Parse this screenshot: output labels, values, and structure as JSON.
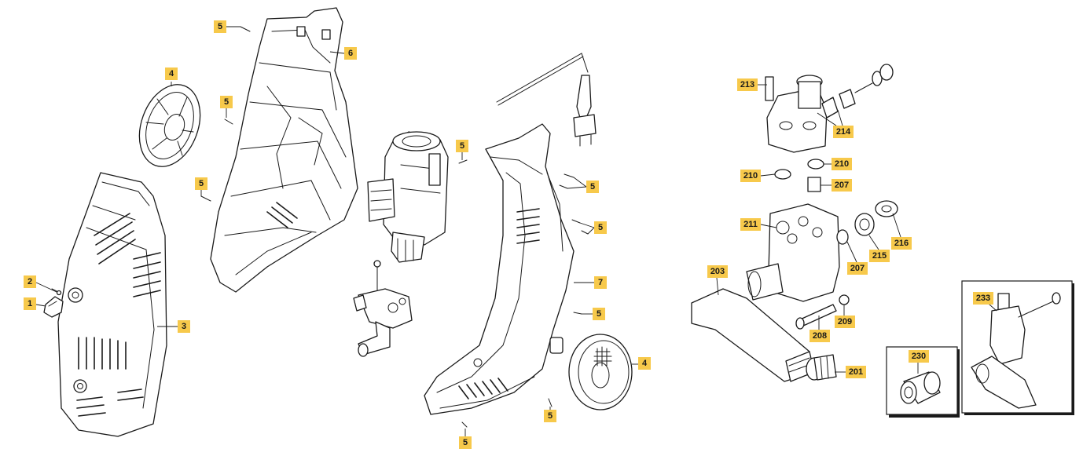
{
  "colors": {
    "callout_fill": "#f7c94b",
    "line": "#1a1a1a",
    "background": "#ffffff"
  },
  "callouts": {
    "c1": "1",
    "c2": "2",
    "c3": "3",
    "c4a": "4",
    "c4b": "4",
    "c5a": "5",
    "c5b": "5",
    "c5c": "5",
    "c5d": "5",
    "c5e": "5",
    "c5f": "5",
    "c5g": "5",
    "c5h": "5",
    "c5i": "5",
    "c6": "6",
    "c7": "7",
    "c201": "201",
    "c203": "203",
    "c207a": "207",
    "c207b": "207",
    "c208": "208",
    "c209": "209",
    "c210a": "210",
    "c210b": "210",
    "c211": "211",
    "c213": "213",
    "c214": "214",
    "c215": "215",
    "c216": "216",
    "c230": "230",
    "c233": "233"
  }
}
